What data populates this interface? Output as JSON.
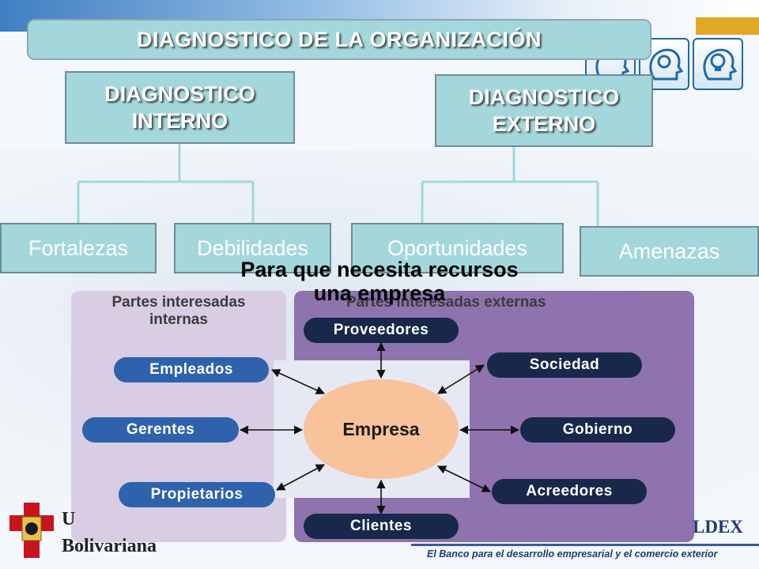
{
  "header": {
    "title": "DIAGNOSTICO DE LA ORGANIZACIÓN"
  },
  "internal": {
    "title_line1": "DIAGNOSTICO",
    "title_line2": "INTERNO",
    "children": [
      "Fortalezas",
      "Debilidades"
    ]
  },
  "external": {
    "title_line1": "DIAGNOSTICO",
    "title_line2": "EXTERNO",
    "children": [
      "Oportunidades",
      "Amenazas"
    ]
  },
  "caption": {
    "line1": "Para que necesita recursos",
    "line2": "una empresa"
  },
  "stakeholders": {
    "internal_label_line1": "Partes interesadas",
    "internal_label_line2": "internas",
    "external_label": "Partes interesadas externas",
    "center": "Empresa",
    "internal_items": [
      "Empleados",
      "Gerentes",
      "Propietarios"
    ],
    "external_items": [
      "Proveedores",
      "Sociedad",
      "Gobierno",
      "Acreedores",
      "Clientes"
    ]
  },
  "footer": {
    "left_logo_line1": "U",
    "left_logo_line2": "Bolivariana",
    "right_logo": "LDEX",
    "slogan": "El Banco para el desarrollo empresarial y el comercio exterior"
  },
  "colors": {
    "box_fill": "#a3d7db",
    "internal_panel": "#d8cde3",
    "external_panel": "#8e73ae",
    "internal_pill": "#2f62ad",
    "external_pill": "#18284a",
    "center_fill": "#f8c39a"
  },
  "icons": [
    "head-thinking-icon",
    "head-gears-icon",
    "head-lightbulb-icon"
  ]
}
